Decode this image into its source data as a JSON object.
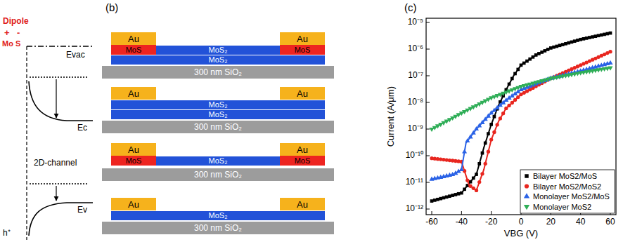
{
  "diagram": {
    "nodes": [
      {
        "text": [
          "Au"
        ]
      },
      {
        "text": [
          "Au"
        ]
      },
      {
        "text": [
          "MoS"
        ]
      },
      {
        "text": [
          "MoS"
        ]
      },
      {
        "text": [
          "MoS₂"
        ]
      },
      {
        "text": [
          "MoS₂"
        ]
      },
      {
        "text": [
          "300 nm SiO₂"
        ]
      },
      {
        "text": [
          "Au"
        ]
      },
      {
        "text": [
          "Au"
        ]
      },
      {
        "text": [
          "MoS₂"
        ]
      },
      {
        "text": [
          "MoS₂"
        ]
      },
      {
        "text": [
          "300 nm SiO₂"
        ]
      },
      {
        "text": [
          "Au"
        ]
      },
      {
        "text": [
          "Au"
        ]
      },
      {
        "text": [
          "MoS"
        ]
      },
      {
        "text": [
          "MoS"
        ]
      },
      {
        "text": [
          "MoS₂"
        ]
      },
      {
        "text": [
          "300 nm SiO₂"
        ]
      },
      {
        "text": [
          "Au"
        ]
      },
      {
        "text": [
          "Au"
        ]
      },
      {
        "text": [
          "MoS₂"
        ]
      },
      {
        "text": [
          "300 nm SiO₂"
        ]
      }
    ],
    "labels": [
      "(b)",
      "(c)",
      "Dipole",
      "+",
      "-",
      "Mo S",
      "Evac",
      "Ec",
      "2D-channel",
      "Ev",
      "h⁺",
      "10⁻⁵",
      "10⁻⁶",
      "10⁻⁷",
      "10⁻⁸",
      "10⁻⁹",
      "10⁻¹⁰",
      "10⁻¹¹",
      "10⁻¹²",
      "-60",
      "-40",
      "-20",
      "0",
      "20",
      "40",
      "60",
      "Current (A/μm)",
      "VBG (V)"
    ],
    "legend": [
      {
        "text": "Bilayer MoS2/MoS"
      },
      {
        "text": "Bilayer MoS2/MoS2"
      },
      {
        "text": "Monolayer MoS2/MoS"
      },
      {
        "text": "Monolayer MoS2"
      }
    ]
  }
}
